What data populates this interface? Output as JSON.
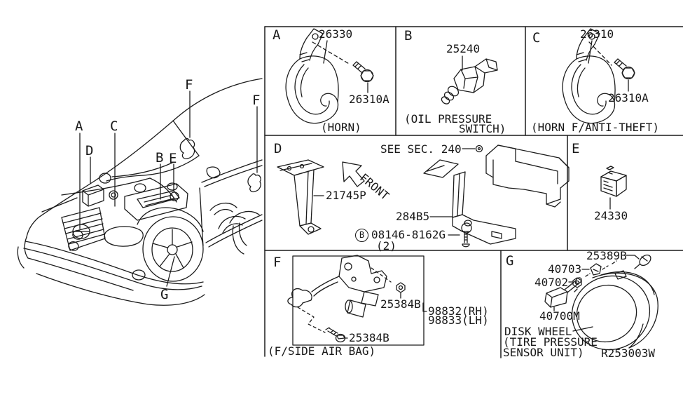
{
  "panels": {
    "a": {
      "letter": "A",
      "part_horn": "26330",
      "part_bolt": "26310A",
      "caption": "(HORN)"
    },
    "b": {
      "letter": "B",
      "part_switch": "25240",
      "caption_line1": "(OIL PRESSURE",
      "caption_line2": "SWITCH)"
    },
    "c": {
      "letter": "C",
      "part_horn": "26310",
      "part_bolt": "26310A",
      "caption": "(HORN F/ANTI-THEFT)"
    },
    "d": {
      "letter": "D",
      "see_note": "SEE SEC. 240",
      "front_label": "FRONT",
      "part_bracket": "21745P",
      "part_relay_bracket": "284B5",
      "bolt_marker": "B",
      "part_bolt": "08146-8162G",
      "bolt_qty": "(2)"
    },
    "e": {
      "letter": "E",
      "part_relay": "24330"
    },
    "f": {
      "letter": "F",
      "part_nut": "25384B",
      "part_sensor_rh": "98832(RH)",
      "part_sensor_lh": "98833(LH)",
      "part_screw": "25384B",
      "caption": "(F/SIDE AIR BAG)"
    },
    "g": {
      "letter": "G",
      "part_valve": "25389B",
      "part_cap": "40703",
      "part_nut": "40702",
      "part_sensor": "40700M",
      "caption_line1": "DISK WHEEL",
      "caption_line2": "(TIRE PRESSURE",
      "caption_line3": "SENSOR UNIT)",
      "ref_code": "R253003W"
    }
  },
  "car_view": {
    "callout_a": "A",
    "callout_b": "B",
    "callout_c": "C",
    "callout_d": "D",
    "callout_e": "E",
    "callout_f_windshield": "F",
    "callout_f_body": "F",
    "callout_g": "G"
  }
}
